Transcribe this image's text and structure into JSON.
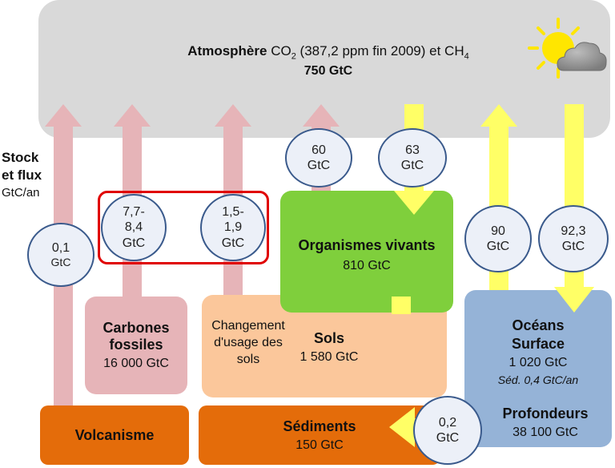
{
  "atmosphere": {
    "title_bold": "Atmosphère",
    "title_formula_prefix": "CO",
    "co2_sub": "2",
    "title_formula_mid": " (387,2 ppm fin 2009) et CH",
    "ch4_sub": "4",
    "stock": "750 GtC"
  },
  "legend": {
    "line1": "Stock",
    "line2": "et flux",
    "unit": "GtC/an"
  },
  "flux": {
    "volcanism": [
      "0,1",
      "GtC"
    ],
    "fossil": [
      "7,7-",
      "8,4",
      "GtC"
    ],
    "land_use": [
      "1,5-",
      "1,9",
      "GtC"
    ],
    "bio_up": [
      "60",
      "GtC"
    ],
    "bio_down": [
      "63",
      "GtC"
    ],
    "ocean_up": [
      "90",
      "GtC"
    ],
    "ocean_down": [
      "92,3",
      "GtC"
    ],
    "sediment": [
      "0,2",
      "GtC"
    ]
  },
  "stocks": {
    "living_title": "Organismes vivants",
    "living_value": "810 GtC",
    "fossil_title_1": "Carbones",
    "fossil_title_2": "fossiles",
    "fossil_value": "16 000 GtC",
    "land_use_1": "Changement",
    "land_use_2": "d'usage des",
    "land_use_3": "sols",
    "soils_title": "Sols",
    "soils_value": "1 580 GtC",
    "ocean_title_1": "Océans",
    "ocean_title_2": "Surface",
    "ocean_value": "1 020 GtC",
    "ocean_sed": "Séd. 0,4 GtC/an",
    "deep_title": "Profondeurs",
    "deep_value": "38 100 GtC",
    "volcanism": "Volcanisme",
    "sediments_title": "Sédiments",
    "sediments_value": "150 GtC"
  },
  "colors": {
    "atmosphere": "#d9d9d9",
    "arrow_pink": "#e6b4b8",
    "arrow_yellow": "#ffff66",
    "living": "#7fcf3c",
    "fossil_box": "#e6b4b8",
    "soils": "#fbc79b",
    "ocean": "#95b3d7",
    "orange": "#e46c0a",
    "highlight": "#e00000"
  },
  "icons": [
    "sun-icon",
    "cloud-icon"
  ]
}
